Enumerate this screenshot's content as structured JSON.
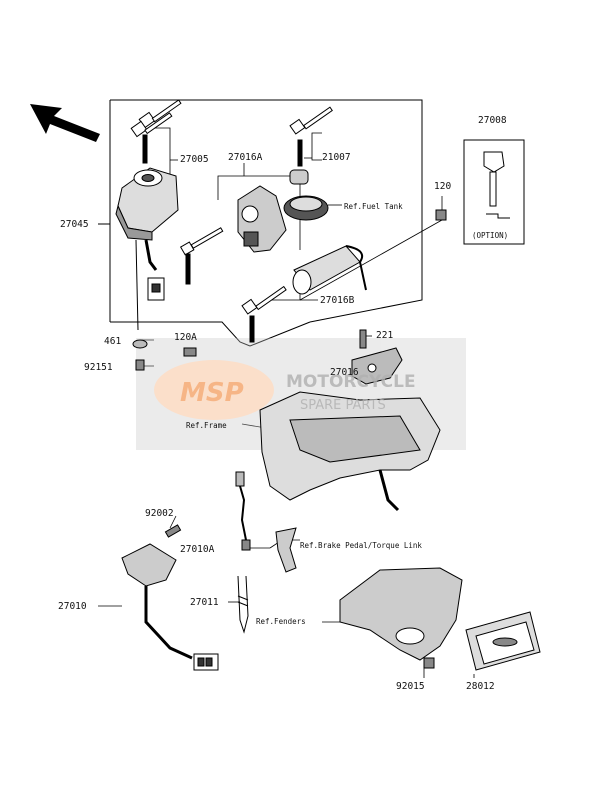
{
  "watermark": {
    "logo_text": "MSP",
    "line1": "MOTORCYCLE",
    "line2": "SPARE PARTS",
    "logo_color": "#f4a46a"
  },
  "parts": {
    "p27005": "27005",
    "p27016a": "27016A",
    "p21007": "21007",
    "p27045": "27045",
    "ref_fuel_tank": "Ref.Fuel Tank",
    "p120": "120",
    "p27008": "27008",
    "option": "(OPTION)",
    "p27016b": "27016B",
    "p461": "461",
    "p120a": "120A",
    "p221": "221",
    "p92151": "92151",
    "p27016": "27016",
    "ref_frame": "Ref.Frame",
    "p92002": "92002",
    "p27010a": "27010A",
    "ref_brake": "Ref.Brake Pedal/Torque Link",
    "p27010": "27010",
    "p27011": "27011",
    "ref_fenders": "Ref.Fenders",
    "p92015": "92015",
    "p28012": "28012"
  }
}
